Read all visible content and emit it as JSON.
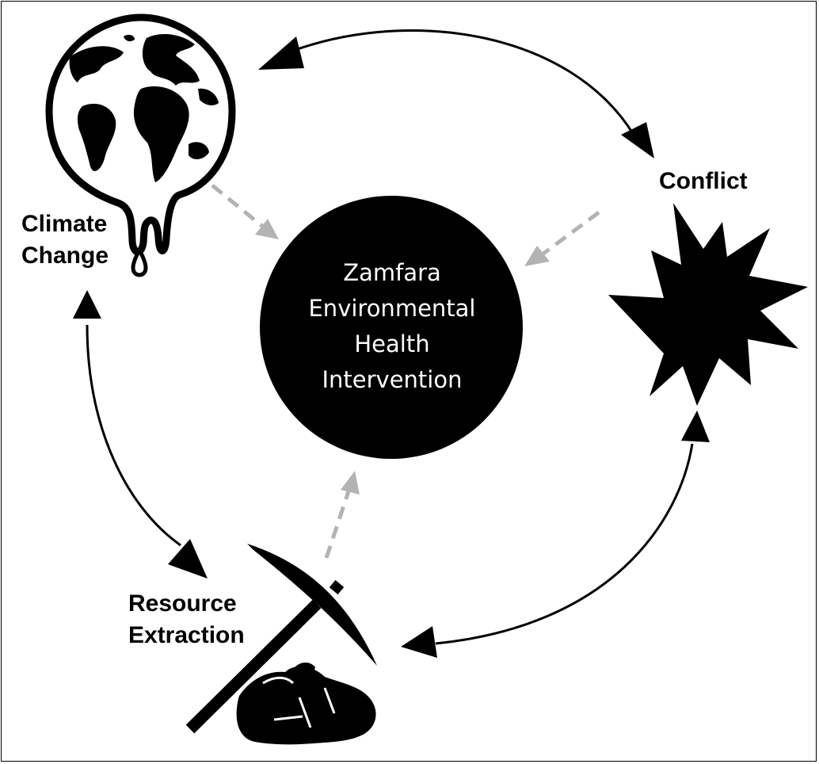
{
  "nodes": {
    "climate": {
      "line1": "Climate",
      "line2": "Change"
    },
    "conflict": {
      "label": "Conflict"
    },
    "resource": {
      "line1": "Resource",
      "line2": "Extraction"
    },
    "center": {
      "line1": "Zamfara",
      "line2": "Environmental",
      "line3": "Health",
      "line4": "Intervention"
    }
  },
  "icons": {
    "climate": "melting-globe-icon",
    "conflict": "explosion-icon",
    "resource": "pickaxe-and-rock-icon"
  },
  "colors": {
    "ink": "#000000",
    "dashed_arrow": "#b3b3b3",
    "center_text": "#ffffff",
    "background": "#ffffff"
  }
}
